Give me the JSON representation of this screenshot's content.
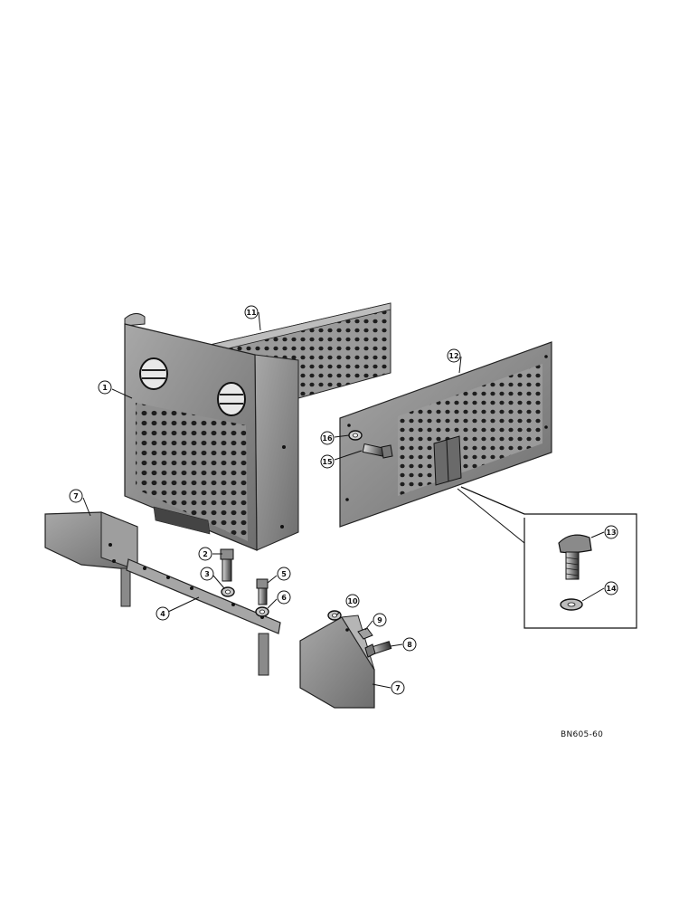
{
  "callouts": {
    "c1": "1",
    "c2": "2",
    "c3": "3",
    "c4": "4",
    "c5": "5",
    "c6": "6",
    "c7a": "7",
    "c7b": "7",
    "c8": "8",
    "c9": "9",
    "c10": "10",
    "c11": "11",
    "c12": "12",
    "c13": "13",
    "c14": "14",
    "c15": "15",
    "c16": "16"
  },
  "reference_code": "BN605-60",
  "colors": {
    "metal": "#8f8f8f",
    "metal_dark": "#5a5a5a",
    "metal_light": "#c4c4c4",
    "ink": "#111111",
    "background": "#ffffff"
  }
}
